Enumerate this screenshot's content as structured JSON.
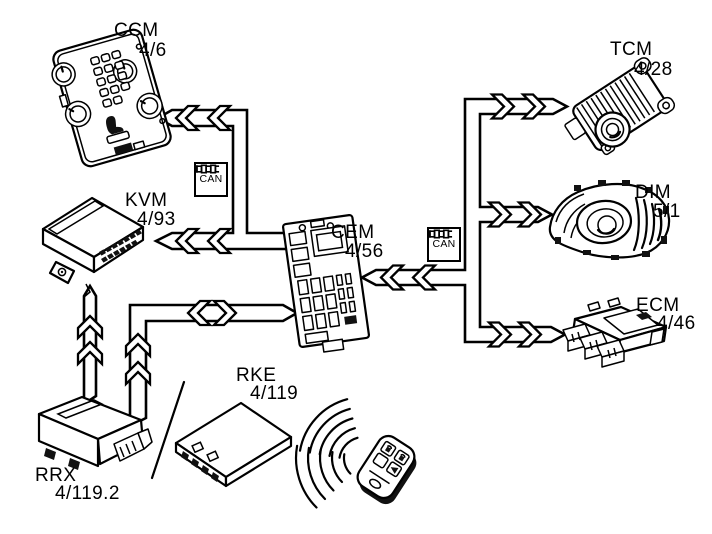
{
  "colors": {
    "line": "#000000",
    "background": "#ffffff"
  },
  "bus": {
    "label": "CAN"
  },
  "modules": [
    {
      "id": "ccm",
      "name": "CCM",
      "ref": "4/6"
    },
    {
      "id": "kvm",
      "name": "KVM",
      "ref": "4/93"
    },
    {
      "id": "cem",
      "name": "CEM",
      "ref": "4/56"
    },
    {
      "id": "tcm",
      "name": "TCM",
      "ref": "4/28"
    },
    {
      "id": "dim",
      "name": "DIM",
      "ref": "5/1"
    },
    {
      "id": "ecm",
      "name": "ECM",
      "ref": "4/46"
    },
    {
      "id": "rrx",
      "name": "RRX",
      "ref": "4/119.2"
    },
    {
      "id": "rke",
      "name": "RKE",
      "ref": "4/119"
    }
  ]
}
